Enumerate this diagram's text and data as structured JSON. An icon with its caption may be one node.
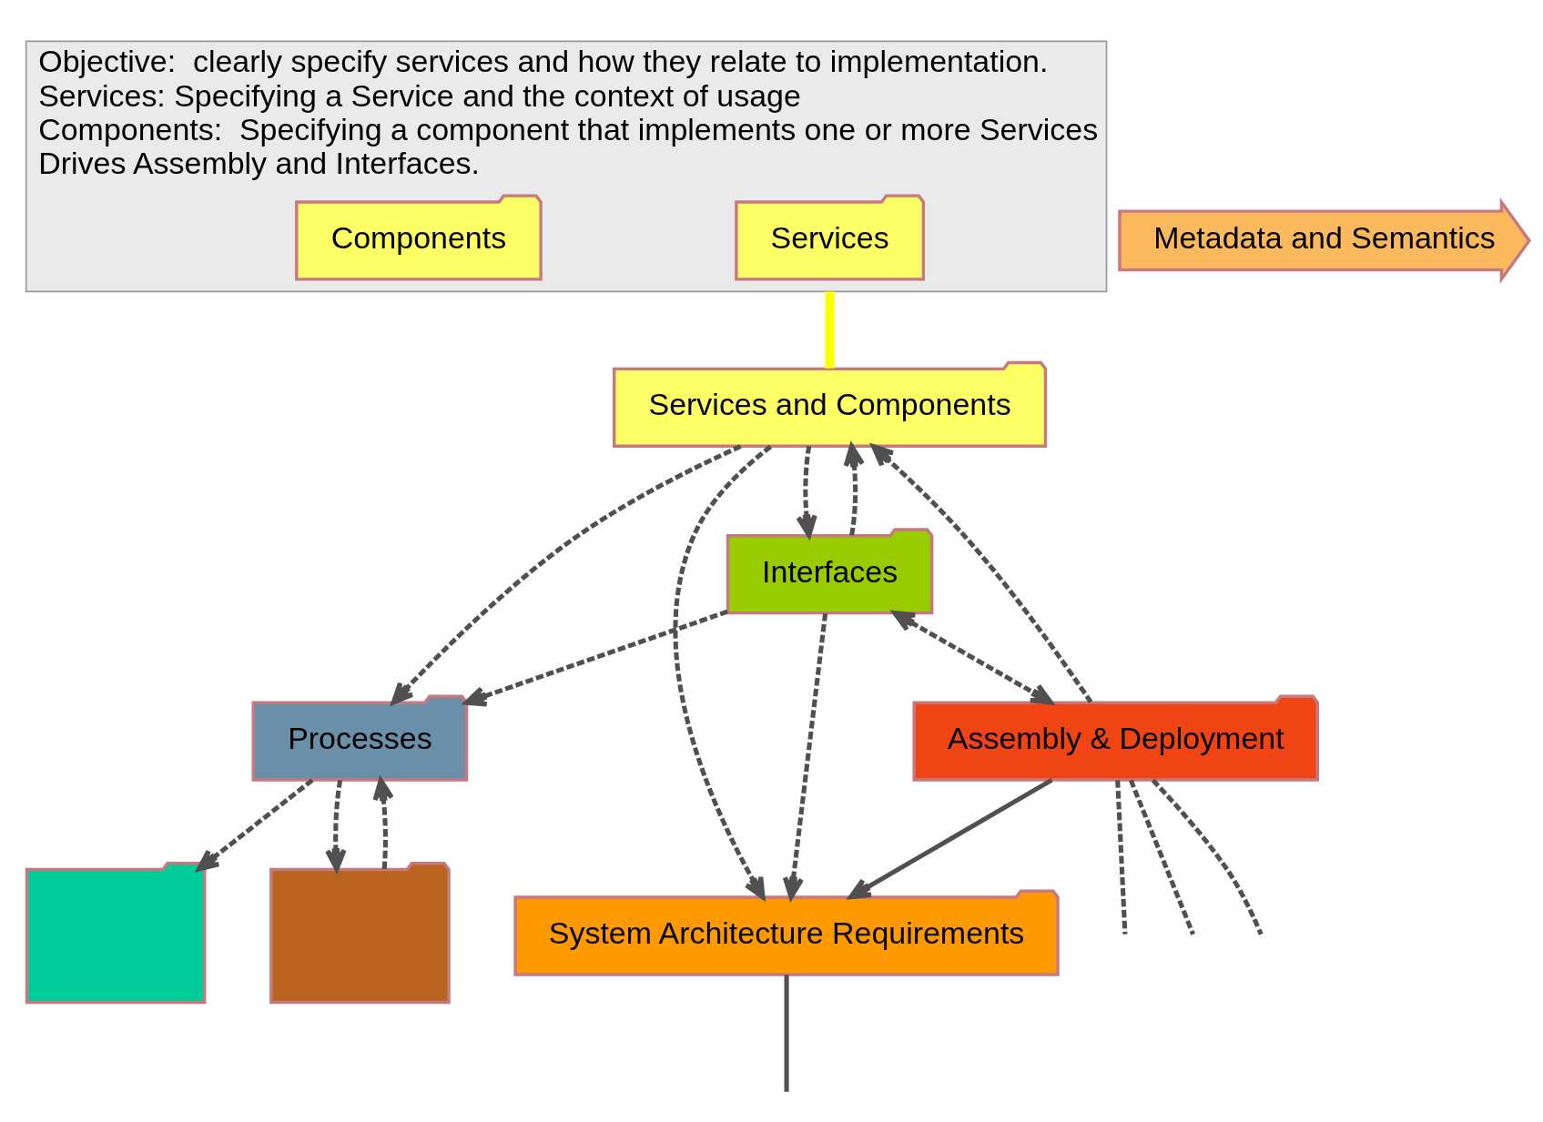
{
  "diagram": {
    "nodes": [
      {
        "text": [],
        "shape": "folder"
      },
      {
        "text": [],
        "shape": "folder"
      },
      {
        "text": [
          "Processes"
        ]
      },
      {
        "text": [
          "Services and Components"
        ]
      },
      {
        "text": [
          "System Architecture Requirements"
        ]
      },
      {
        "text": [
          "Interfaces"
        ]
      },
      {
        "text": [
          "Assembly & Deployment"
        ]
      },
      {
        "text": [
          "Objective:  clearly specify services and how they relate to implementation.",
          "Services: Specifying a Service and the context of usage",
          "Components:  Specifying a component that implements one or more Services",
          "Drives Assembly and Interfaces."
        ]
      },
      {
        "text": [
          "Services"
        ],
        "in": 7
      },
      {
        "text": [
          "Components"
        ],
        "in": 7
      },
      {
        "text": [
          "Metadata and Semantics"
        ]
      }
    ],
    "edges": [
      {
        "from": 2,
        "to": 0,
        "arrow": "to",
        "style": "dashed"
      },
      {
        "from": 2,
        "to": 1,
        "arrow": "to",
        "style": "dashed"
      },
      {
        "from": 1,
        "to": 2,
        "arrow": "to",
        "style": "dashed"
      },
      {
        "from": 3,
        "to": 2,
        "arrow": "to",
        "style": "dashed"
      },
      {
        "from": 3,
        "to": 4,
        "arrow": "to",
        "style": "dashed"
      },
      {
        "from": 3,
        "to": 5,
        "arrow": "to",
        "style": "dashed"
      },
      {
        "from": 5,
        "to": 3,
        "arrow": "to",
        "style": "dashed"
      },
      {
        "from": 5,
        "to": 4,
        "arrow": "to",
        "style": "dashed"
      },
      {
        "from": 6,
        "to": 3,
        "arrow": "to",
        "style": "dashed"
      },
      {
        "from": 6,
        "to": 4,
        "arrow": "to"
      },
      {
        "from": 5,
        "to": 6,
        "arrow": "both",
        "style": "dashed"
      },
      {
        "from": 5,
        "to": 2,
        "arrow": "to",
        "style": "dashed"
      },
      {
        "from": 4,
        "to": null,
        "arrow": "none"
      },
      {
        "from": 6,
        "to": null,
        "arrow": "none",
        "style": "dashed"
      },
      {
        "from": 6,
        "to": null,
        "arrow": "none",
        "style": "dashed"
      },
      {
        "from": 6,
        "to": null,
        "arrow": "none",
        "style": "dashed"
      },
      {
        "from": 7,
        "to": 3,
        "arrow": "none",
        "style": "thick",
        "color": "#ffff00"
      }
    ]
  }
}
